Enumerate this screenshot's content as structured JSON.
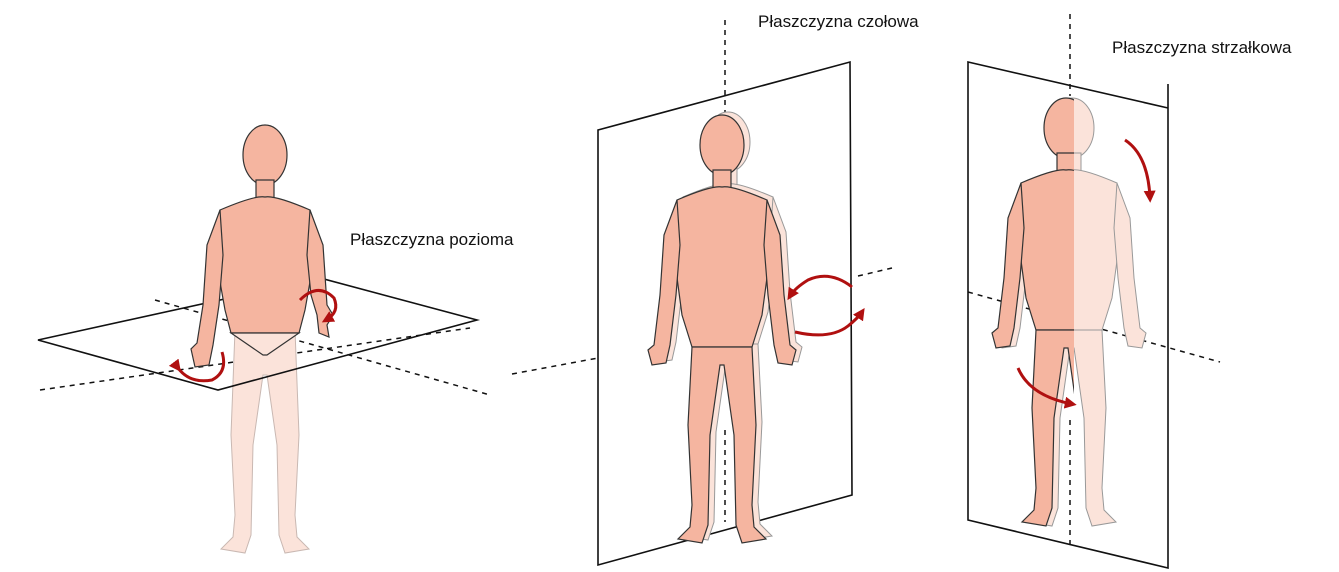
{
  "labels": {
    "horizontal": "Płaszczyzna pozioma",
    "frontal": "Płaszczyzna czołowa",
    "sagittal": "Płaszczyzna strzałkowa"
  },
  "colors": {
    "skin": "#f5b5a0",
    "skin_light": "#fbe3da",
    "outline": "#333333",
    "arrow": "#b01010",
    "plane": "#111111"
  }
}
